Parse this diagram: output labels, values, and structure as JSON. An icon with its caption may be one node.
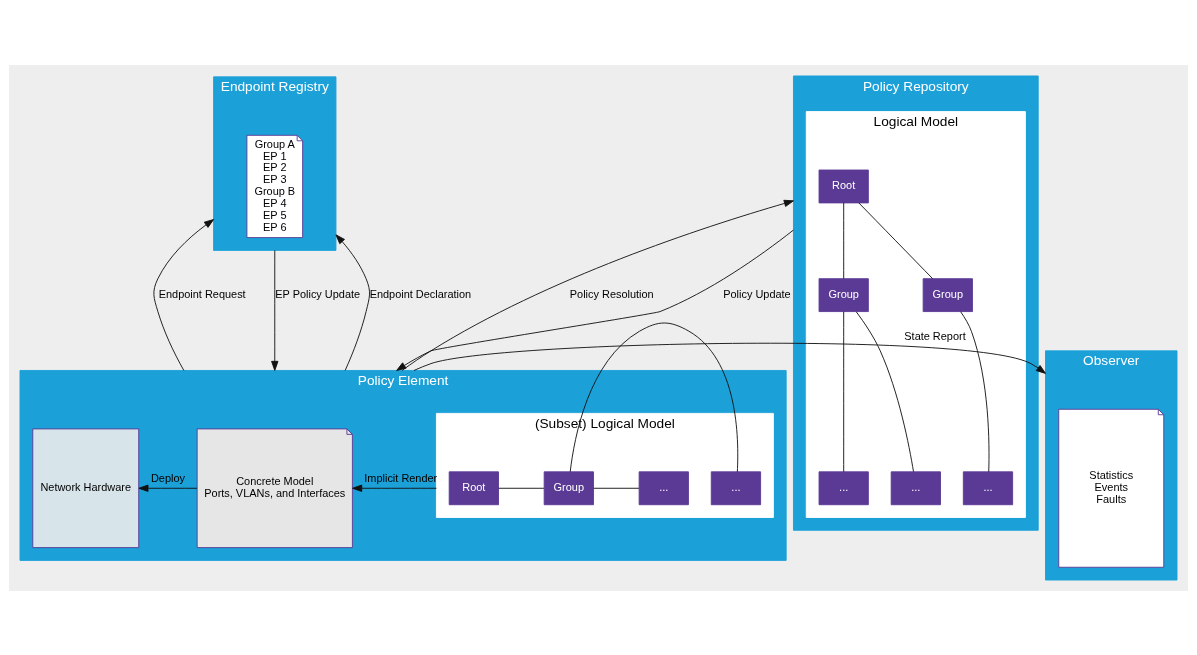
{
  "diagram": {
    "nodes": [
      {
        "text": [
          "Endpoint Registry"
        ]
      },
      {
        "text": [
          "Group A",
          "EP 1",
          "EP 2",
          "EP 3",
          "Group B",
          "EP 4",
          "EP 5",
          "EP 6"
        ],
        "in": 0
      },
      {
        "text": [
          "Policy Repository"
        ]
      },
      {
        "text": [
          "Logical Model"
        ],
        "in": 2
      },
      {
        "text": [
          "Root"
        ],
        "in": 3
      },
      {
        "text": [
          "Group"
        ],
        "in": 3
      },
      {
        "text": [
          "Group"
        ],
        "in": 3
      },
      {
        "text": [
          "..."
        ],
        "in": 3
      },
      {
        "text": [
          "..."
        ],
        "in": 3
      },
      {
        "text": [
          "..."
        ],
        "in": 3
      },
      {
        "text": [
          "Observer"
        ]
      },
      {
        "text": [
          "Statistics",
          "Events",
          "Faults"
        ],
        "in": 10
      },
      {
        "text": [
          "Policy Element"
        ]
      },
      {
        "text": [
          "(Subset) Logical Model"
        ],
        "in": 12
      },
      {
        "text": [
          "Root"
        ],
        "in": 13
      },
      {
        "text": [
          "Group"
        ],
        "in": 13
      },
      {
        "text": [
          "..."
        ],
        "in": 13
      },
      {
        "text": [
          "..."
        ],
        "in": 13
      },
      {
        "text": [
          "Concrete Model",
          "Ports, VLANs, and Interfaces"
        ],
        "in": 12
      },
      {
        "text": [
          "Network Hardware"
        ],
        "in": 12
      }
    ],
    "edges": [
      {
        "from": 4,
        "to": 5,
        "arrow": "none"
      },
      {
        "from": 4,
        "to": 6,
        "arrow": "none"
      },
      {
        "from": 5,
        "to": 7,
        "arrow": "none"
      },
      {
        "from": 5,
        "to": 8,
        "arrow": "none"
      },
      {
        "from": 6,
        "to": 9,
        "arrow": "none"
      },
      {
        "from": 14,
        "to": 15,
        "arrow": "none"
      },
      {
        "from": 15,
        "to": 16,
        "arrow": "none"
      },
      {
        "from": 15,
        "to": 17,
        "arrow": "none"
      },
      {
        "from": 13,
        "to": 18,
        "arrow": "to",
        "label": "Implicit Render"
      },
      {
        "from": 18,
        "to": 19,
        "arrow": "to",
        "label": "Deploy"
      },
      {
        "from": 12,
        "to": 10,
        "arrow": "to",
        "label": "State Report"
      },
      {
        "from": 12,
        "to": 0,
        "arrow": "to",
        "label": "Endpoint Declaration"
      },
      {
        "from": 12,
        "to": 0,
        "arrow": "to",
        "label": "Endpoint Request"
      },
      {
        "from": 0,
        "to": 12,
        "arrow": "to",
        "label": "EP Policy Update"
      },
      {
        "from": 12,
        "to": 2,
        "arrow": "to",
        "label": "Policy Resolution"
      },
      {
        "from": 2,
        "to": 12,
        "arrow": "to",
        "label": "Policy Update"
      }
    ]
  }
}
